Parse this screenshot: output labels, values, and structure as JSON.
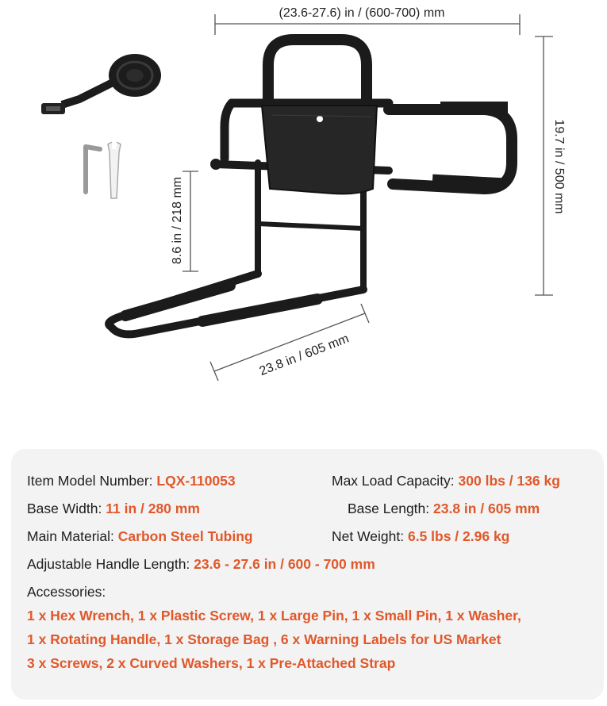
{
  "dimensions": {
    "width_top": "(23.6-27.6) in / (600-700) mm",
    "height_right": "19.7 in / 500 mm",
    "height_left": "8.6 in / 218 mm",
    "base_length": "23.8 in / 605 mm"
  },
  "specs": {
    "model": {
      "label": "Item Model Number: ",
      "value": "LQX-110053"
    },
    "max_load": {
      "label": "Max Load Capacity: ",
      "value": "300 lbs / 136 kg"
    },
    "base_width": {
      "label": "Base Width: ",
      "value": "11 in / 280 mm"
    },
    "base_length": {
      "label": "Base Length: ",
      "value": "23.8 in / 605 mm"
    },
    "material": {
      "label": "Main Material: ",
      "value": "Carbon Steel Tubing"
    },
    "net_weight": {
      "label": "Net Weight: ",
      "value": "6.5 lbs / 2.96 kg"
    },
    "handle_length": {
      "label": "Adjustable Handle Length: ",
      "value": "23.6 - 27.6 in / 600 - 700 mm"
    }
  },
  "accessories": {
    "label": "Accessories:",
    "lines": [
      "1 x Hex Wrench, 1 x Plastic Screw, 1 x Large Pin, 1 x Small Pin, 1 x Washer,",
      "1 x Rotating Handle, 1 x Storage Bag , 6 x Warning Labels for US Market",
      "3 x Screws, 2 x Curved Washers, 1 x Pre-Attached Strap"
    ]
  },
  "colors": {
    "accent": "#e0582a",
    "panel_bg": "#f3f3f3",
    "frame": "#1b1b1b"
  },
  "icons": [
    "strap-roll-icon",
    "hex-wrench-icon",
    "open-wrench-icon"
  ]
}
